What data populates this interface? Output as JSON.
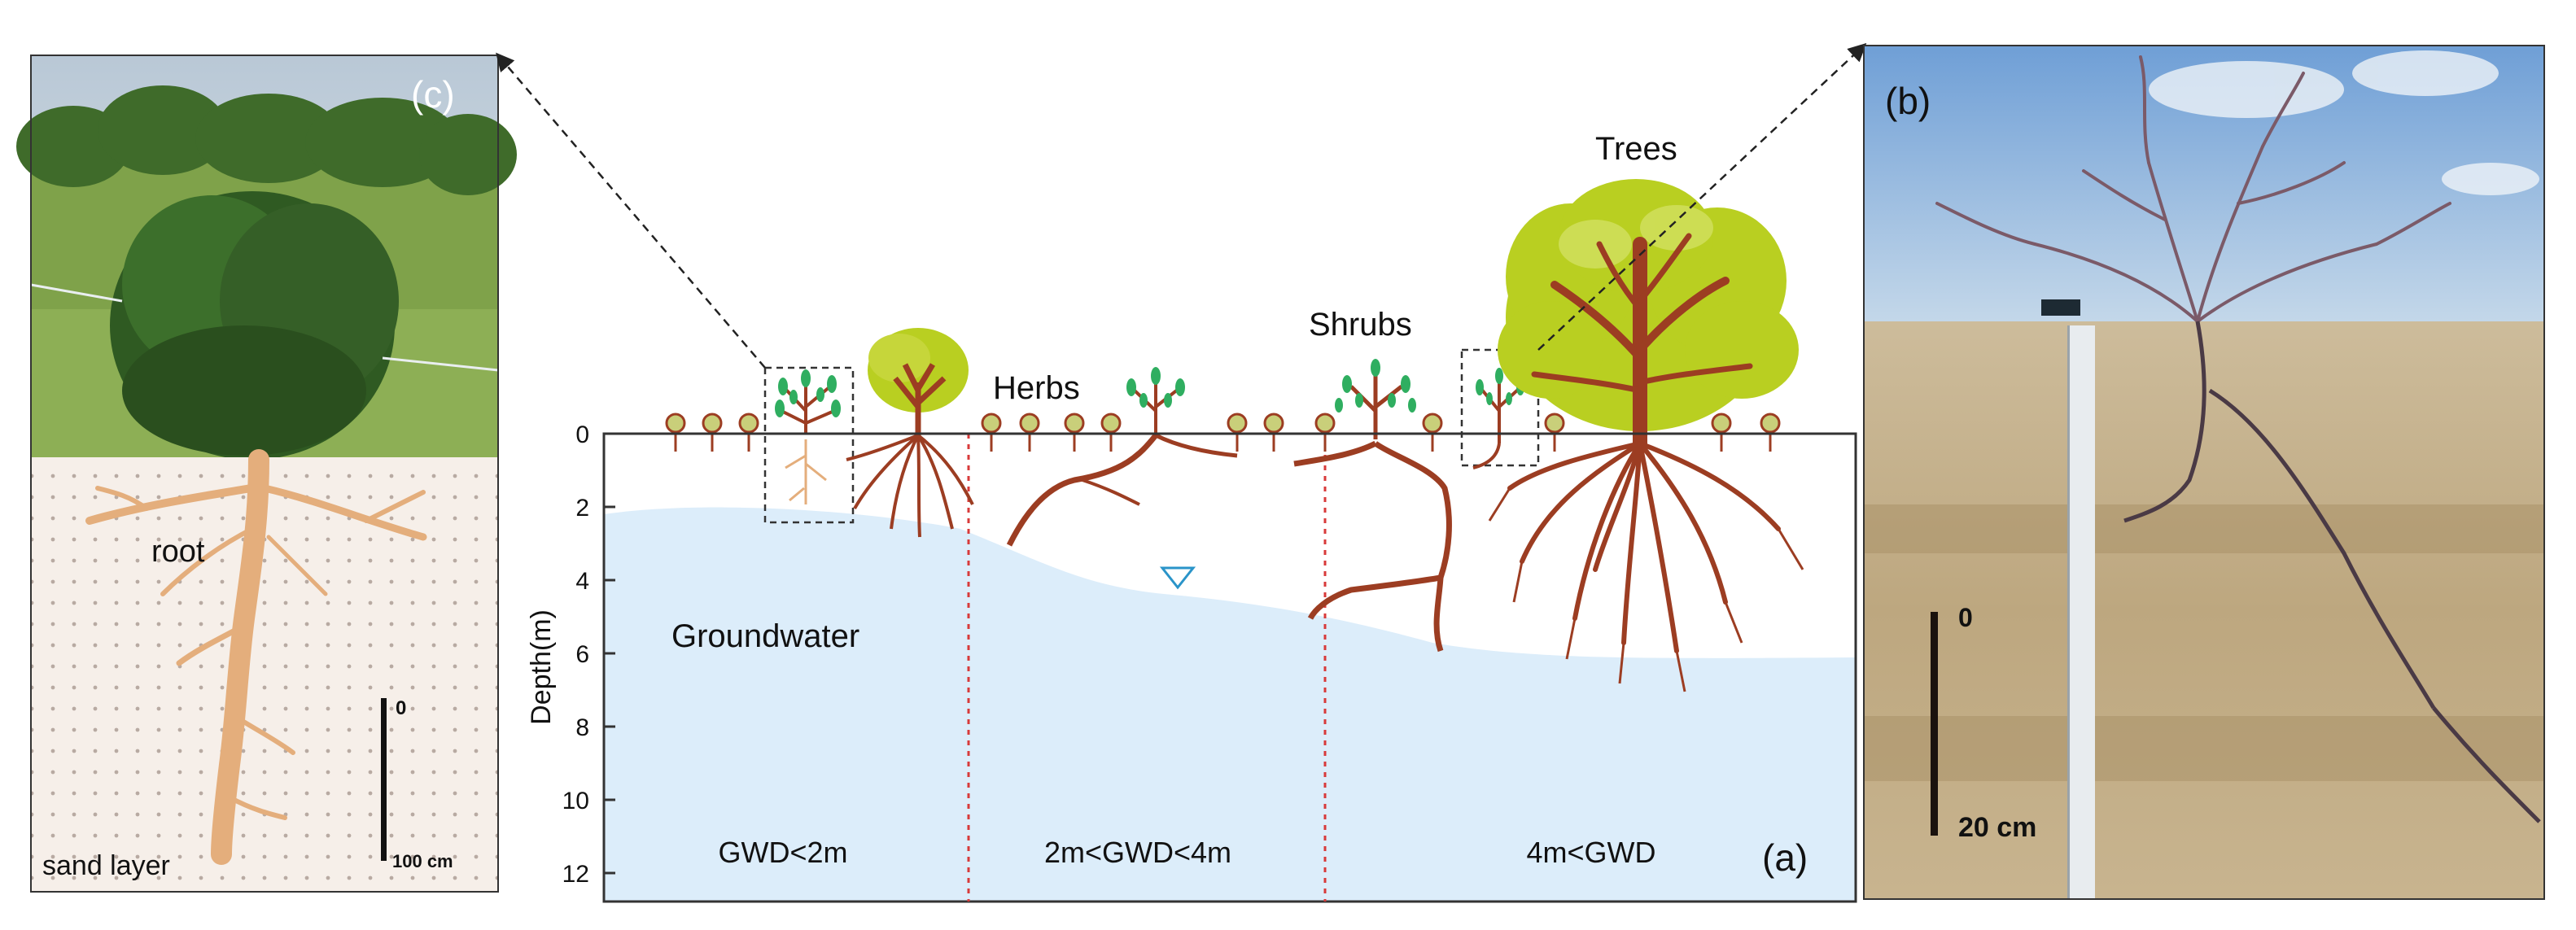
{
  "panels": {
    "c": {
      "tag": "(c)",
      "root_label": "root",
      "layer_label": "sand layer",
      "scale_top": "0",
      "scale_bottom": "100 cm"
    },
    "a": {
      "tag": "(a)",
      "y_axis_label": "Depth(m)",
      "depth_ticks": [
        "0",
        "2",
        "4",
        "6",
        "8",
        "10",
        "12"
      ],
      "vegetation_labels": {
        "herbs": "Herbs",
        "shrubs": "Shrubs",
        "trees": "Trees"
      },
      "groundwater_label": "Groundwater",
      "zones": [
        "GWD<2m",
        "2m<GWD<4m",
        "4m<GWD"
      ]
    },
    "b": {
      "tag": "(b)",
      "scale_top": "0",
      "scale_bottom": "20 cm"
    }
  },
  "colors": {
    "groundwater": "#dcedfa",
    "root": "#9c3d22",
    "canopy": "#b9cf21",
    "leaf": "#2fae60",
    "zone_divider": "#d83a3a",
    "sand": "#f6efe9",
    "sand_root": "#e4ae7c"
  }
}
